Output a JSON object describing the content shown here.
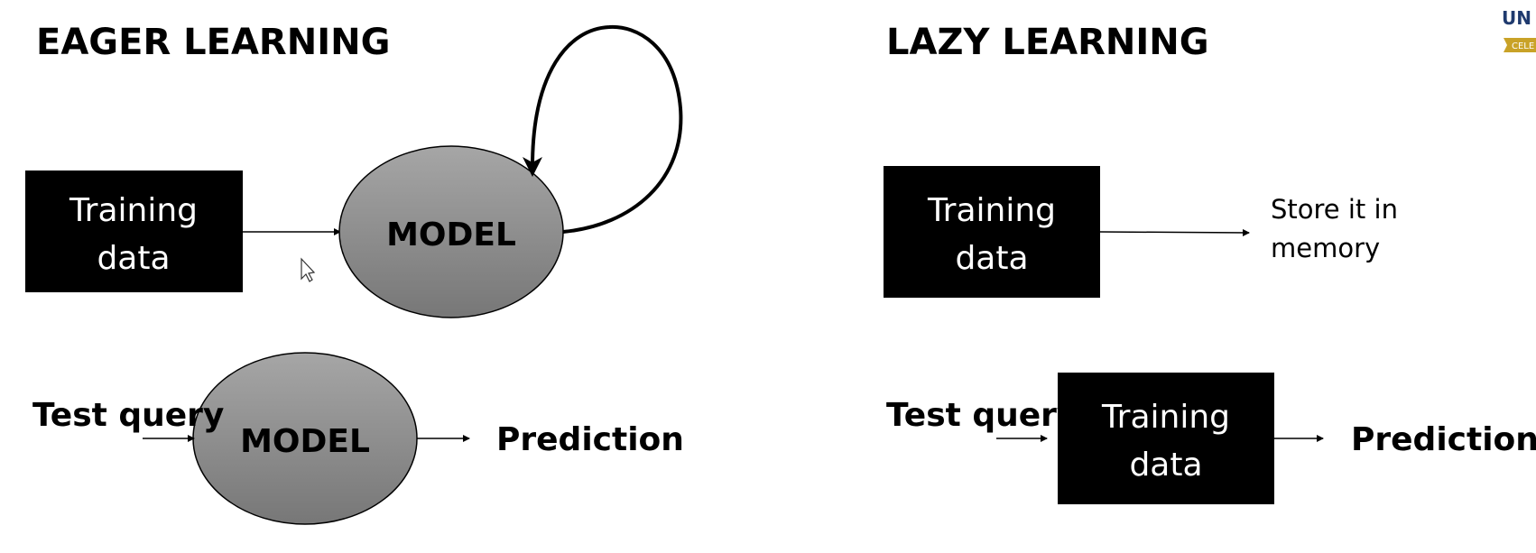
{
  "eager": {
    "title": "EAGER LEARNING",
    "training_box": {
      "line1": "Training",
      "line2": "data"
    },
    "model_label": "MODEL",
    "test_query": "Test query",
    "model_label_2": "MODEL",
    "prediction": "Prediction"
  },
  "lazy": {
    "title": "LAZY LEARNING",
    "training_box": {
      "line1": "Training",
      "line2": "data"
    },
    "store_text": {
      "line1": "Store it in",
      "line2": "memory"
    },
    "test_query": "Test query",
    "training_box_2": {
      "line1": "Training",
      "line2": "data"
    },
    "prediction": "Prediction"
  },
  "logo": {
    "text": "UN",
    "sub": "CELE"
  },
  "colors": {
    "box_fill": "#000000",
    "model_fill_top": "#a6a6a6",
    "model_fill_bottom": "#7a7a7a",
    "logo_gold": "#c9a227",
    "logo_navy": "#1f3a6e"
  }
}
